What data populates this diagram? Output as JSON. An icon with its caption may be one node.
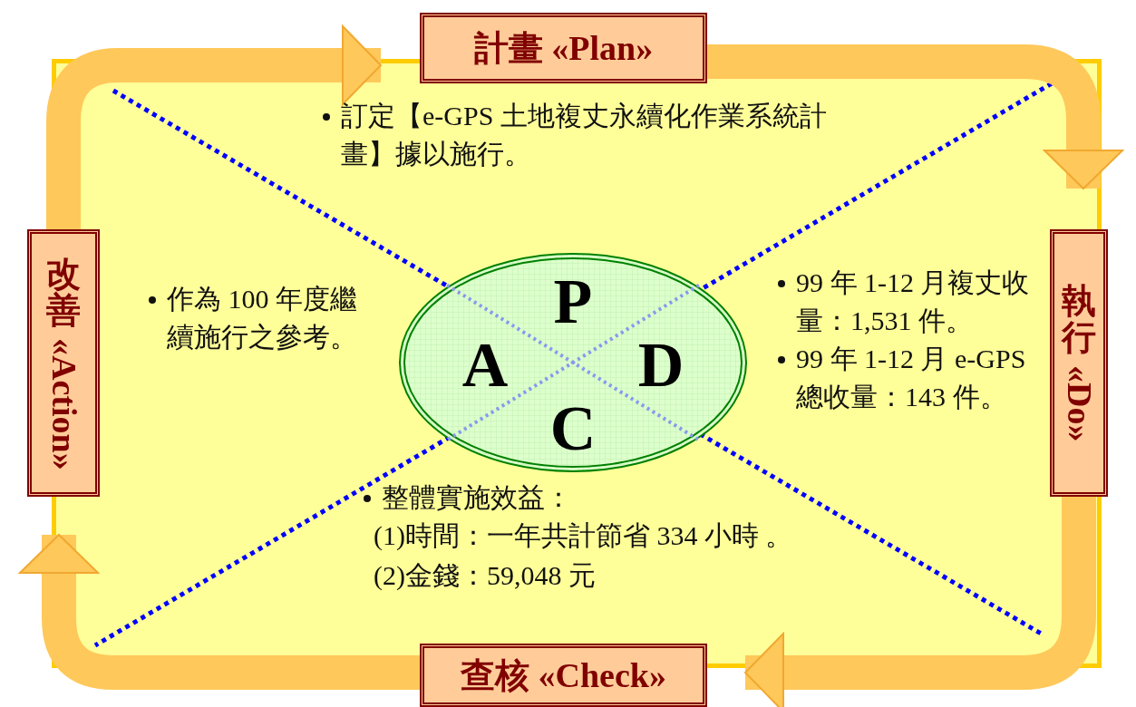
{
  "diagram": {
    "nodes": [
      {
        "text": [
          "計畫 «Plan»"
        ]
      },
      {
        "text": [
          "執行 «Do»"
        ]
      },
      {
        "text": [
          "查核 «Check»"
        ]
      },
      {
        "text": [
          "改善 «Action»"
        ]
      },
      {
        "text": [
          "P",
          "A",
          "D",
          "C"
        ]
      }
    ],
    "edges": [
      {
        "from": 0,
        "to": 1,
        "arrow": "to"
      },
      {
        "from": 1,
        "to": 2,
        "arrow": "to"
      },
      {
        "from": 2,
        "to": 3,
        "arrow": "to"
      },
      {
        "from": 3,
        "to": 0,
        "arrow": "to"
      }
    ],
    "labels": [
      "訂定【e-GPS 土地複丈永續化作業系統計畫】據以施行。",
      "作為 100 年度繼續施行之參考。",
      "99 年 1-12 月複丈收量：1,531 件。",
      "99 年 1-12 月 e-GPS 總收量：143 件。",
      "整體實施效益：",
      "(1)時間：一年共計節省 334 小時 。",
      "(2)金錢：59,048 元"
    ]
  }
}
